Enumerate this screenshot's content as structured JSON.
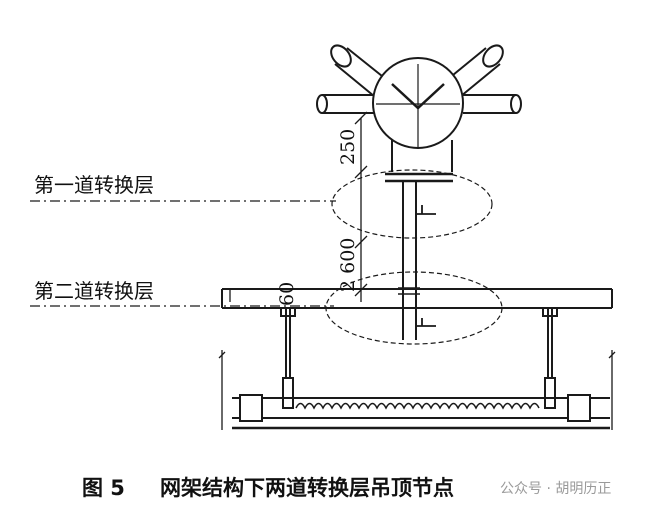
{
  "labels": {
    "layer1": "第一道转换层",
    "layer2": "第二道转换层"
  },
  "dimensions": {
    "d250": "250",
    "d2600": "2 600",
    "d60": "60"
  },
  "caption": {
    "number": "图 5",
    "text": "网架结构下两道转换层吊顶节点"
  },
  "watermark": "公众号 · 胡明历正",
  "colors": {
    "line": "#1a1a1a",
    "background": "#ffffff",
    "watermark": "#9a9a9a"
  }
}
